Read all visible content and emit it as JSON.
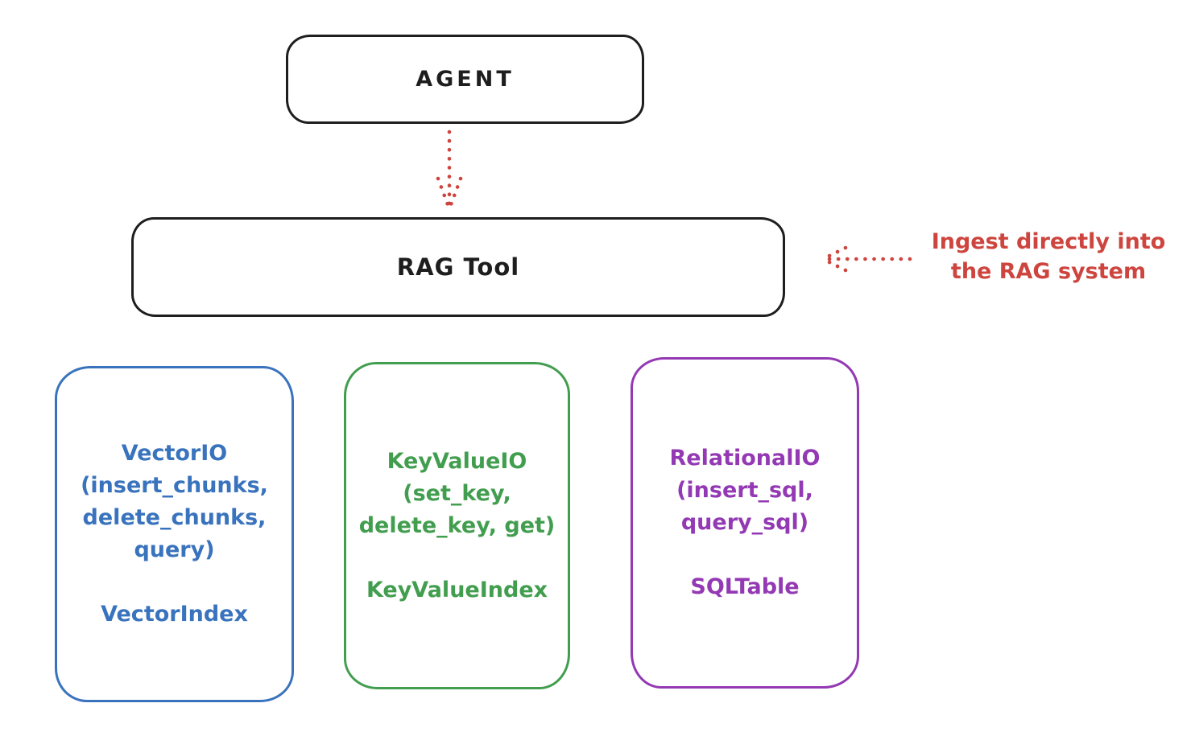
{
  "canvas": {
    "background": "#ffffff"
  },
  "colors": {
    "ink": "#1e1e1e",
    "annotation_red": "#cd453e",
    "vector_blue": "#3973bd",
    "keyvalue_green": "#429e4f",
    "relational_purple": "#9339b3"
  },
  "nodes": {
    "agent": {
      "label": "AGENT"
    },
    "rag_tool": {
      "label": "RAG Tool"
    },
    "vector_io": {
      "body": "VectorIO\n(insert_chunks,\ndelete_chunks,\nquery)",
      "index_class": "VectorIndex",
      "accent": "#3973bd"
    },
    "key_value_io": {
      "body": "KeyValueIO\n(set_key,\ndelete_key, get)",
      "index_class": "KeyValueIndex",
      "accent": "#429e4f"
    },
    "relational_io": {
      "body": "RelationalIO\n(insert_sql,\nquery_sql)",
      "index_class": "SQLTable",
      "accent": "#9339b3"
    }
  },
  "annotation": {
    "text": "Ingest directly into\nthe RAG system",
    "color": "#cd453e"
  },
  "arrows": {
    "agent_to_rag": "dotted-down-arrow",
    "annotation_to_rag": "dotted-left-arrow"
  }
}
